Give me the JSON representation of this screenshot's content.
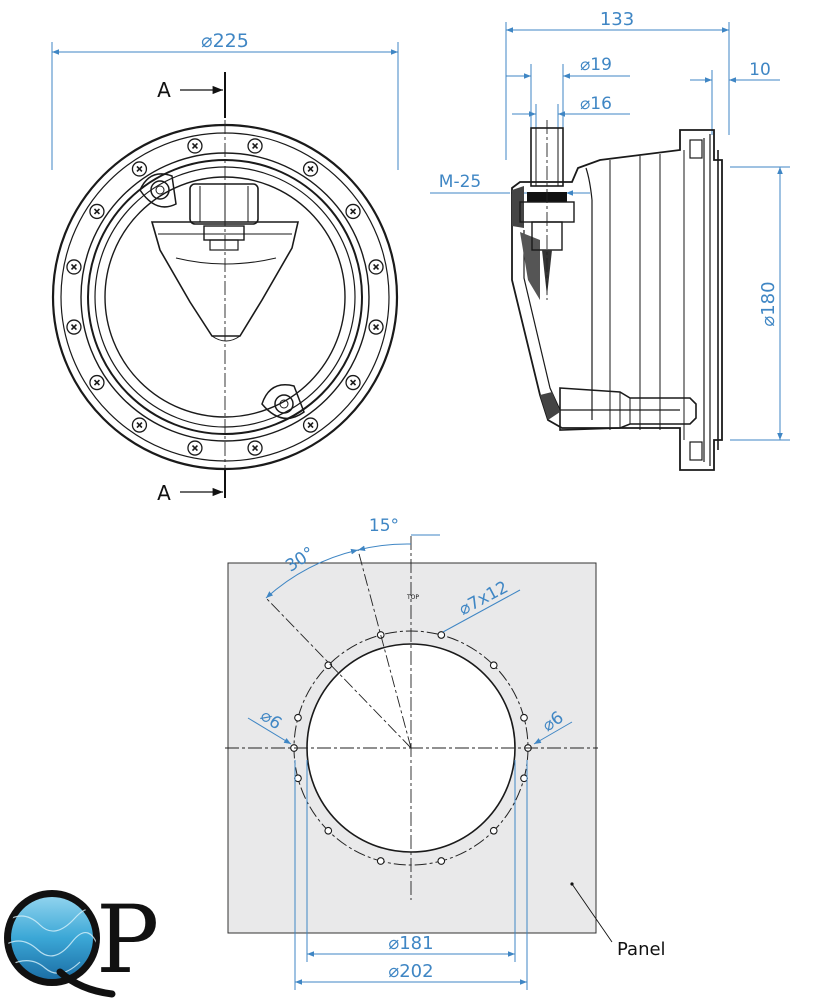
{
  "front_view": {
    "dim_diameter": "⌀225",
    "section_label_top": "A",
    "section_label_bottom": "A"
  },
  "side_view": {
    "dim_overall_depth": "133",
    "dim_outer_pipe": "⌀19",
    "dim_inner_pipe": "⌀16",
    "dim_thread": "M-25",
    "dim_flange_width": "10",
    "dim_body_diameter": "⌀180"
  },
  "panel_view": {
    "angle_a": "30°",
    "angle_b": "15°",
    "top_marker": "TOP",
    "hole_spec": "⌀7x12",
    "hole_left": "⌀6",
    "hole_right": "⌀6",
    "dim_inner": "⌀181",
    "dim_outer": "⌀202",
    "panel_label": "Panel"
  },
  "logo": {
    "text": "QP",
    "colors": {
      "water_light": "#8fd3ee",
      "water_mid": "#3ba7d6",
      "water_dark": "#1c6fa6",
      "letter": "#111111"
    }
  },
  "colors": {
    "dimension": "#3f86c4",
    "outline": "#1a1a1a",
    "panel_fill": "#e9e9ea"
  }
}
